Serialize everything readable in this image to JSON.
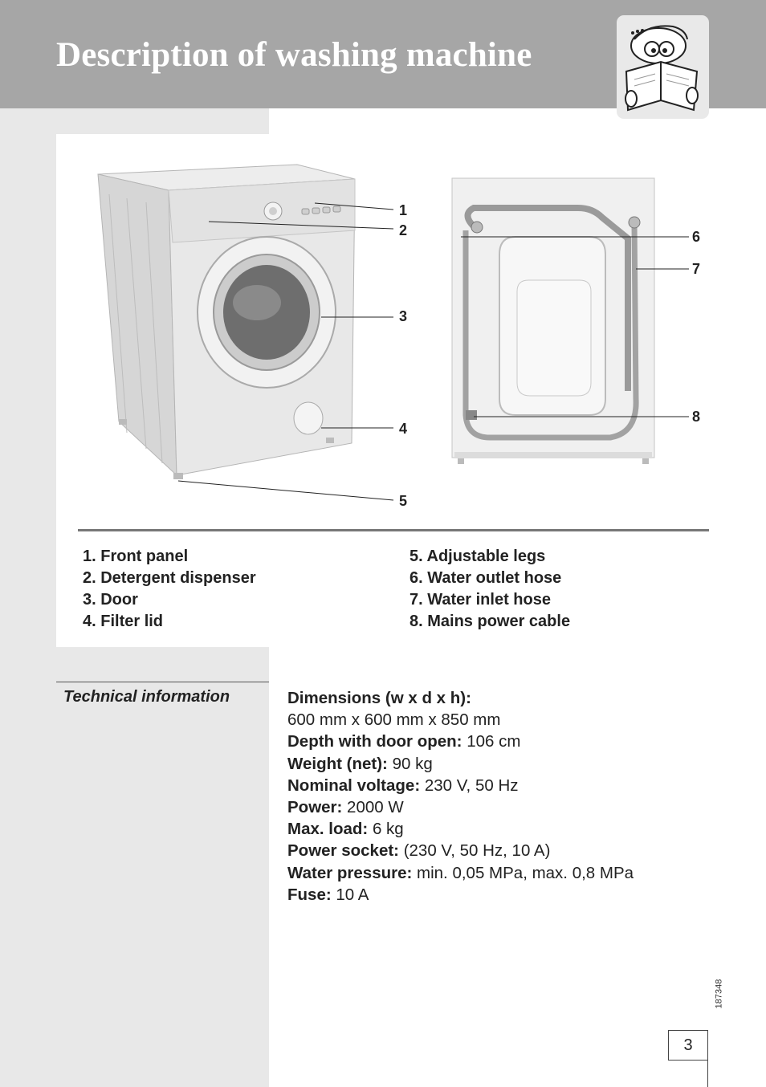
{
  "header": {
    "title": "Description of washing machine"
  },
  "figure": {
    "callouts": [
      "1",
      "2",
      "3",
      "4",
      "5",
      "6",
      "7",
      "8"
    ]
  },
  "legend": {
    "left": [
      "1. Front panel",
      "2. Detergent dispenser",
      "3. Door",
      "4. Filter lid"
    ],
    "right": [
      "5. Adjustable legs",
      "6. Water outlet hose",
      "7. Water inlet hose",
      "8. Mains power cable"
    ]
  },
  "technical": {
    "heading": "Technical information",
    "specs": [
      {
        "label": "Dimensions (w x d x h):",
        "value": ""
      },
      {
        "label": "",
        "value": "600 mm x 600 mm x 850 mm"
      },
      {
        "label": "Depth with door open:",
        "value": " 106 cm"
      },
      {
        "label": "Weight (net):",
        "value": " 90 kg"
      },
      {
        "label": "Nominal voltage:",
        "value": " 230 V, 50 Hz"
      },
      {
        "label": "Power:",
        "value": " 2000 W"
      },
      {
        "label": "Max. load:",
        "value": " 6 kg"
      },
      {
        "label": "Power socket:",
        "value": " (230 V, 50 Hz, 10 A)"
      },
      {
        "label": "Water pressure:",
        "value": " min. 0,05 MPa, max. 0,8 MPa"
      },
      {
        "label": "Fuse:",
        "value": " 10 A"
      }
    ]
  },
  "footer": {
    "code": "187348",
    "page_number": "3"
  }
}
